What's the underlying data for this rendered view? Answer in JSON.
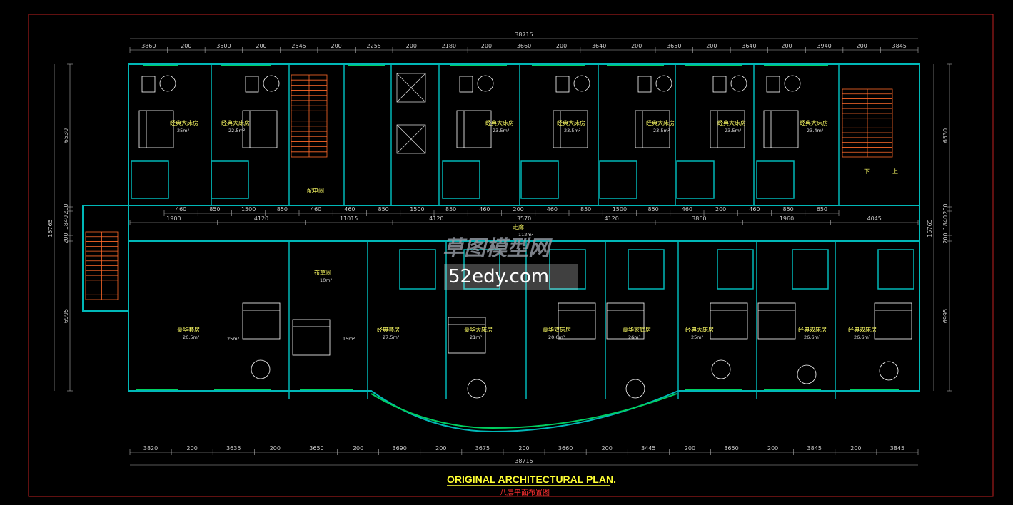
{
  "drawing": {
    "title": "ORIGINAL ARCHITECTURAL PLAN.",
    "subtitle": "八层平面布置图"
  },
  "watermark": {
    "cn": "草图模型网",
    "url": "52edy.com"
  },
  "colors": {
    "background": "#000000",
    "wall": "#00b8b8",
    "dimension": "#b0b0b0",
    "frame": "#c02020",
    "text": "#ffff66",
    "window": "#00d060",
    "stair": "#ff6a2a",
    "furniture": "#ffffff"
  },
  "dimensions": {
    "top_total": "38715",
    "top": [
      "3860",
      "200",
      "3500",
      "200",
      "2545",
      "200",
      "2255",
      "200",
      "2180",
      "200",
      "3660",
      "200",
      "3640",
      "200",
      "3650",
      "200",
      "3640",
      "200",
      "3940",
      "200",
      "3845"
    ],
    "bottom_total": "38715",
    "bottom": [
      "3820",
      "200",
      "3635",
      "200",
      "3650",
      "200",
      "3690",
      "200",
      "3675",
      "200",
      "3660",
      "200",
      "3445",
      "200",
      "3650",
      "200",
      "3845",
      "200",
      "3845"
    ],
    "left": [
      "6530",
      "200",
      "1840",
      "200",
      "15765",
      "6995"
    ],
    "right": [
      "6530",
      "200",
      "1840",
      "200",
      "15765",
      "6995"
    ],
    "corridor_upper": [
      "460",
      "850",
      "1500",
      "850",
      "460",
      "460",
      "850",
      "1500",
      "850",
      "460",
      "200",
      "460",
      "850",
      "1500",
      "850",
      "460",
      "200",
      "460",
      "850",
      "650"
    ],
    "corridor_lower": [
      "1900",
      "4120",
      "11015",
      "4120",
      "3570",
      "4120",
      "3860",
      "1960",
      "4045"
    ]
  },
  "corridor": {
    "label": "走廊",
    "area": "112m²"
  },
  "rooms_top": [
    {
      "name": "经典大床房",
      "area": "25m²"
    },
    {
      "name": "经典大床房",
      "area": "22.5m²"
    },
    {
      "name": "配电间",
      "area": ""
    },
    {
      "name": "经典大床房",
      "area": "23.5m²"
    },
    {
      "name": "经典大床房",
      "area": "23.5m²"
    },
    {
      "name": "经典大床房",
      "area": "23.5m²"
    },
    {
      "name": "经典大床房",
      "area": "23.5m²"
    },
    {
      "name": "经典大床房",
      "area": "23.4m²"
    }
  ],
  "rooms_bottom": [
    {
      "name": "豪华套房",
      "area": "26.5m²"
    },
    {
      "name": "",
      "area": "25m²"
    },
    {
      "name": "布草间",
      "area": "10m²"
    },
    {
      "name": "",
      "area": "15m²"
    },
    {
      "name": "经典套房",
      "area": "27.5m²"
    },
    {
      "name": "豪华大床房",
      "area": "21m²"
    },
    {
      "name": "豪华双床房",
      "area": "20.6m²"
    },
    {
      "name": "豪华家庭房",
      "area": "26m²"
    },
    {
      "name": "经典大床房",
      "area": "25m²"
    },
    {
      "name": "经典双床房",
      "area": "26.6m²"
    },
    {
      "name": "经典双床房",
      "area": "26.6m²"
    }
  ],
  "stairs": {
    "down": "下",
    "up": "上"
  }
}
